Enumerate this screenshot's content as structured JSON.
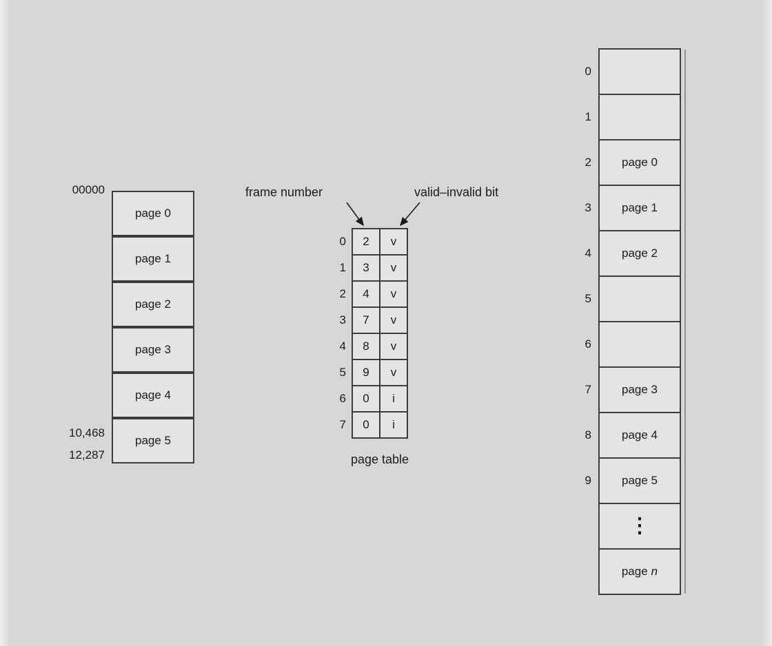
{
  "colors": {
    "background": "#d7d7d7",
    "cell_fill": "#e4e4e4",
    "border": "#3c3c3c",
    "text": "#1b1b1b"
  },
  "logical_memory": {
    "top_address": "00000",
    "bottom_addresses": [
      "10,468",
      "12,287"
    ],
    "pages": [
      "page 0",
      "page 1",
      "page 2",
      "page 3",
      "page 4",
      "page 5"
    ]
  },
  "page_table": {
    "frame_number_label": "frame number",
    "valid_invalid_label": "valid–invalid bit",
    "caption": "page table",
    "rows": [
      {
        "index": "0",
        "frame": "2",
        "bit": "v"
      },
      {
        "index": "1",
        "frame": "3",
        "bit": "v"
      },
      {
        "index": "2",
        "frame": "4",
        "bit": "v"
      },
      {
        "index": "3",
        "frame": "7",
        "bit": "v"
      },
      {
        "index": "4",
        "frame": "8",
        "bit": "v"
      },
      {
        "index": "5",
        "frame": "9",
        "bit": "v"
      },
      {
        "index": "6",
        "frame": "0",
        "bit": "i"
      },
      {
        "index": "7",
        "frame": "0",
        "bit": "i"
      }
    ]
  },
  "physical_memory": {
    "frames": [
      {
        "index": "0",
        "content": ""
      },
      {
        "index": "1",
        "content": ""
      },
      {
        "index": "2",
        "content": "page 0"
      },
      {
        "index": "3",
        "content": "page 1"
      },
      {
        "index": "4",
        "content": "page 2"
      },
      {
        "index": "5",
        "content": ""
      },
      {
        "index": "6",
        "content": ""
      },
      {
        "index": "7",
        "content": "page 3"
      },
      {
        "index": "8",
        "content": "page 4"
      },
      {
        "index": "9",
        "content": "page 5"
      }
    ],
    "ellipsis": "⋮",
    "last_frame_label": "page",
    "last_frame_var": "n"
  }
}
